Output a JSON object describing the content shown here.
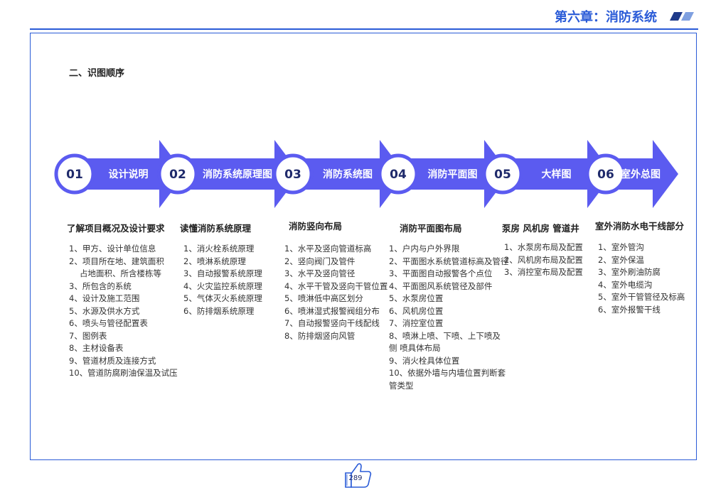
{
  "header": {
    "chapter_title": "第六章：消防系统"
  },
  "section_title": "二、识图顺序",
  "steps": [
    {
      "num": "01",
      "label": "设计说明"
    },
    {
      "num": "02",
      "label": "消防系统原理图"
    },
    {
      "num": "03",
      "label": "消防系统图"
    },
    {
      "num": "04",
      "label": "消防平面图"
    },
    {
      "num": "05",
      "label": "大样图"
    },
    {
      "num": "06",
      "label": "室外总图"
    }
  ],
  "columns": [
    {
      "heading": "了解项目概况及设计要求",
      "items": [
        "1、甲方、设计单位信息",
        "2、项目所在地、建筑面积",
        "占地面积、所含楼栋等",
        "3、所包含的系统",
        "4、设计及施工范围",
        "5、水源及供水方式",
        "6、喷头与管径配置表",
        "7、图例表",
        "8、主材设备表",
        "9、管道材质及连接方式",
        "10、管道防腐刷油保温及试压"
      ]
    },
    {
      "heading": "读懂消防系统原理",
      "items": [
        "1、消火栓系统原理",
        "2、喷淋系统原理",
        "3、自动报警系统原理",
        "4、火灾监控系统原理",
        "5、气体灭火系统原理",
        "6、防排烟系统原理"
      ]
    },
    {
      "heading": "消防竖向布局",
      "items": [
        "1、水平及竖向管道标高",
        "2、竖向阀门及管件",
        "3、水平及竖向管径",
        "4、水平干管及竖向干管位置",
        "5、喷淋低中高区划分",
        "6、喷淋湿式报警阀组分布",
        "7、自动报警竖向干线配线",
        "8、防排烟竖向风管"
      ]
    },
    {
      "heading": "消防平面图布局",
      "items": [
        "1、户内与户外界限",
        "2、平面图水系统管道标高及管径",
        "3、平面图自动报警各个点位",
        "4、平面图风系统管径及部件",
        "5、水泵房位置",
        "6、风机房位置",
        "7、消控室位置",
        "8、喷淋上喷、下喷、上下喷及",
        "侧 喷具体布局",
        "9、消火栓具体位置",
        "10、依据外墙与内墙位置判断套",
        "管类型"
      ]
    },
    {
      "heading": "泵房 风机房 管道井",
      "items": [
        "1、水泵房布局及配置",
        "2、风机房布局及配置",
        "3、消控室布局及配置"
      ]
    },
    {
      "heading": "室外消防水电干线部分",
      "items": [
        "1、室外管沟",
        "2、室外保温",
        "3、室外刷油防腐",
        "4、室外电缆沟",
        "5、室外干管管径及标高",
        "6、室外报警干线"
      ]
    }
  ],
  "page_number": "289",
  "colors": {
    "accent": "#2a5bd7",
    "arrow": "#5b5bf0",
    "circle_ring": "#5b5bf0",
    "number_text": "#1f2a6b"
  },
  "icons": [
    "thumbs-up-icon"
  ]
}
